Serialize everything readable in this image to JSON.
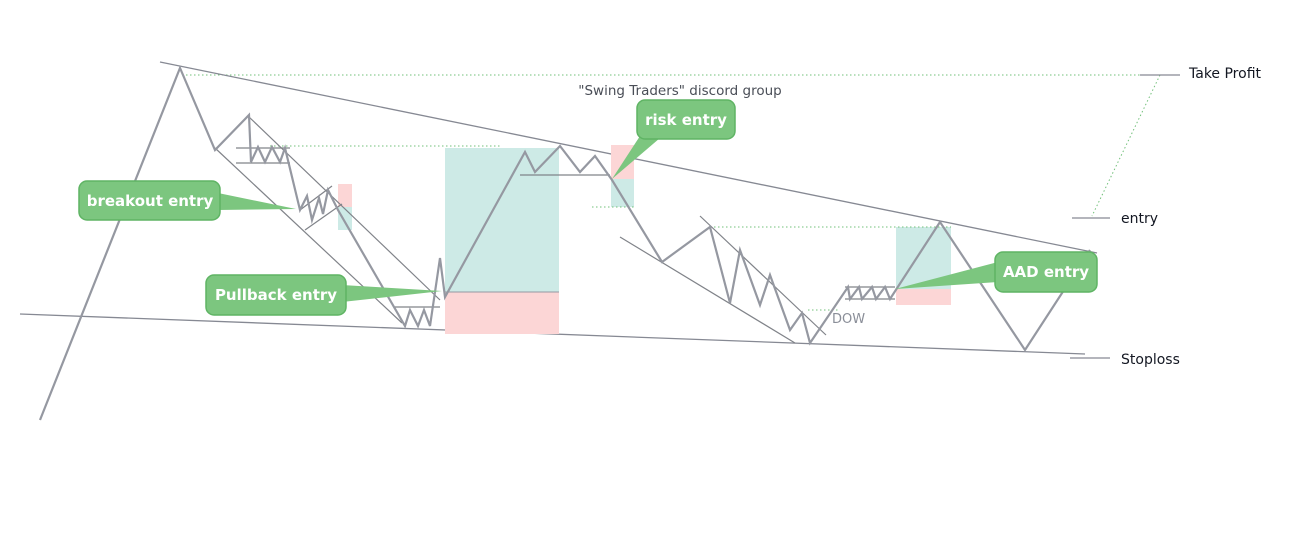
{
  "header": {
    "group_label": "\"Swing Traders\" discord group"
  },
  "levels": {
    "take_profit": "Take Profit",
    "entry": "entry",
    "stoploss": "Stoploss"
  },
  "annotations": {
    "dow": "DOW"
  },
  "callouts": {
    "breakout": "breakout entry",
    "pullback": "Pullback entry",
    "risk": "risk entry",
    "aad": "AAD entry"
  },
  "colors": {
    "profit_zone": "#cdeae6",
    "risk_zone": "#fcd6d6",
    "callout_fill": "#7cc67f",
    "callout_border": "#5fb464",
    "price_line": "#9598a1",
    "trendline": "#868993",
    "dotted_level": "#72c07a"
  }
}
